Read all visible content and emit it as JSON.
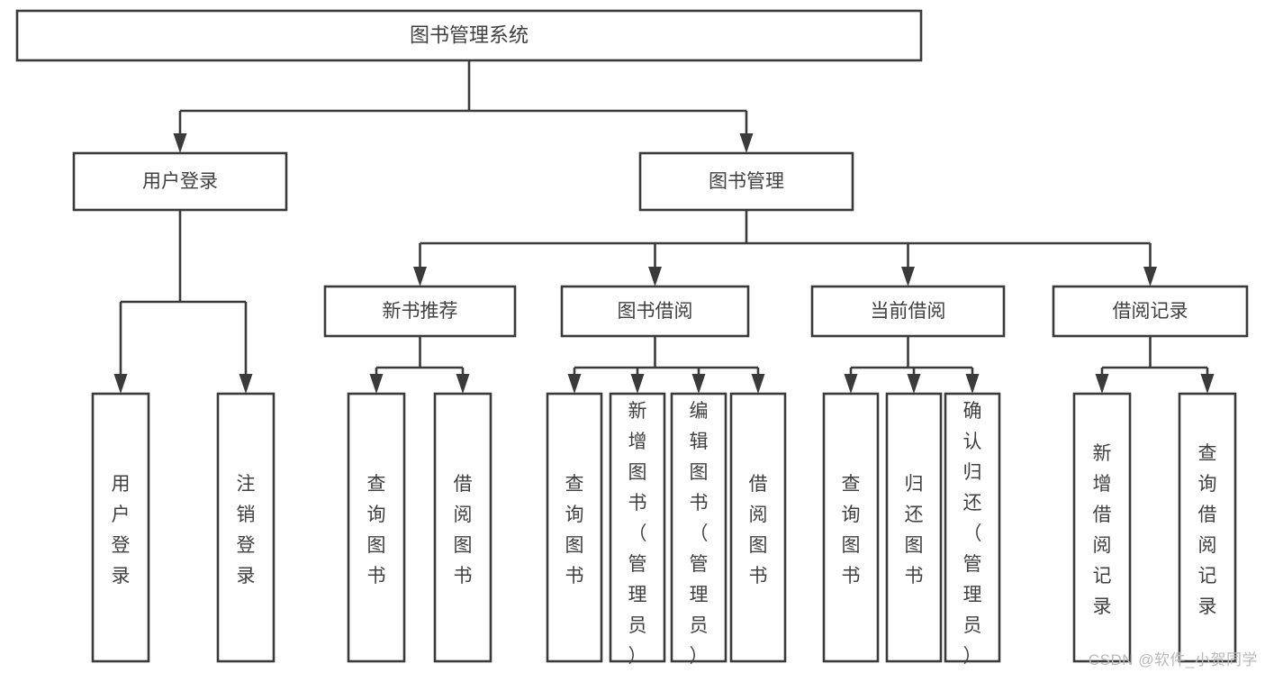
{
  "diagram": {
    "title": "图书管理系统",
    "watermark": "CSDN @软件_小贺同学",
    "colors": {
      "stroke": "#3a3a3a",
      "fill": "#ffffff",
      "text": "#404040",
      "watermark": "#b9b9b9",
      "background": "#ffffff"
    },
    "nodes": {
      "root": {
        "label": "图书管理系统"
      },
      "level1": [
        {
          "id": "user-login",
          "label": "用户登录"
        },
        {
          "id": "book-management",
          "label": "图书管理"
        }
      ],
      "level2": [
        {
          "id": "new-book-recommend",
          "label": "新书推荐",
          "parent": "book-management"
        },
        {
          "id": "book-borrow",
          "label": "图书借阅",
          "parent": "book-management"
        },
        {
          "id": "current-borrow",
          "label": "当前借阅",
          "parent": "book-management"
        },
        {
          "id": "borrow-record",
          "label": "借阅记录",
          "parent": "book-management"
        }
      ],
      "leaves": [
        {
          "id": "leaf-user-login",
          "label": "用户登录",
          "parent": "user-login"
        },
        {
          "id": "leaf-logout",
          "label": "注销登录",
          "parent": "user-login"
        },
        {
          "id": "leaf-query-book-1",
          "label": "查询图书",
          "parent": "new-book-recommend"
        },
        {
          "id": "leaf-borrow-book-1",
          "label": "借阅图书",
          "parent": "new-book-recommend"
        },
        {
          "id": "leaf-query-book-2",
          "label": "查询图书",
          "parent": "book-borrow"
        },
        {
          "id": "leaf-add-book",
          "label": "新增图书（管理员）",
          "parent": "book-borrow"
        },
        {
          "id": "leaf-edit-book",
          "label": "编辑图书（管理员）",
          "parent": "book-borrow"
        },
        {
          "id": "leaf-borrow-book-2",
          "label": "借阅图书",
          "parent": "book-borrow"
        },
        {
          "id": "leaf-query-book-3",
          "label": "查询图书",
          "parent": "current-borrow"
        },
        {
          "id": "leaf-return-book",
          "label": "归还图书",
          "parent": "current-borrow"
        },
        {
          "id": "leaf-confirm-return",
          "label": "确认归还（管理员）",
          "parent": "current-borrow"
        },
        {
          "id": "leaf-add-record",
          "label": "新增借阅记录",
          "parent": "borrow-record"
        },
        {
          "id": "leaf-query-record",
          "label": "查询借阅记录",
          "parent": "borrow-record"
        }
      ]
    }
  }
}
